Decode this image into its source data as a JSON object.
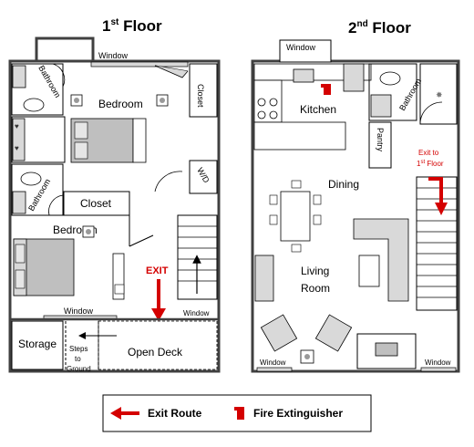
{
  "floors": {
    "first": {
      "title": "1",
      "sup": "st",
      "rest": " Floor"
    },
    "second": {
      "title": "2",
      "sup": "nd",
      "rest": " Floor"
    }
  },
  "rooms": {
    "window": "Window",
    "bathroom": "Bathroom",
    "bedroom": "Bedroom",
    "closet": "Closet",
    "wd": "W/D",
    "exit": "EXIT",
    "storage": "Storage",
    "steps_1": "Steps",
    "steps_2": "to",
    "steps_3": "Ground",
    "open_deck": "Open Deck",
    "kitchen": "Kitchen",
    "pantry": "Pantry",
    "exit_to_1": "Exit to",
    "exit_to_2": "1",
    "exit_to_sup": "st",
    "exit_to_3": " Floor",
    "dining": "Dining",
    "living_1": "Living",
    "living_2": "Room"
  },
  "legend": {
    "exit_route": "Exit Route",
    "fire_extinguisher": "Fire Extinguisher"
  },
  "colors": {
    "red": "#d40000",
    "gray": "#d9d9d9",
    "dark": "#404040"
  }
}
